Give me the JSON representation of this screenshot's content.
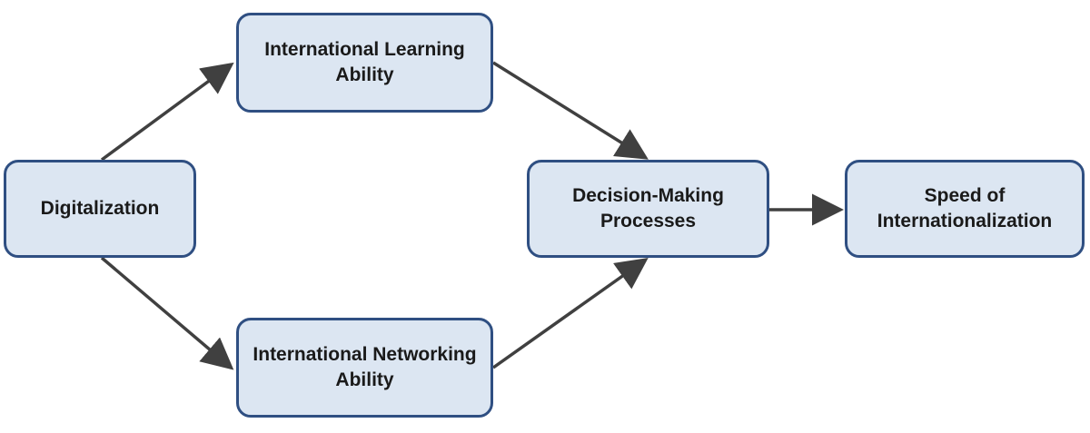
{
  "diagram": {
    "nodes": {
      "digitalization": "Digitalization",
      "learning": "International Learning Ability",
      "networking": "International Networking Ability",
      "decision": "Decision-Making Processes",
      "speed": "Speed of Internationalization"
    },
    "edges": [
      {
        "from": "digitalization",
        "to": "learning"
      },
      {
        "from": "digitalization",
        "to": "networking"
      },
      {
        "from": "learning",
        "to": "decision"
      },
      {
        "from": "networking",
        "to": "decision"
      },
      {
        "from": "decision",
        "to": "speed"
      }
    ],
    "colors": {
      "node_fill": "#dce6f2",
      "node_border": "#2f4f82",
      "arrow": "#404040"
    }
  }
}
